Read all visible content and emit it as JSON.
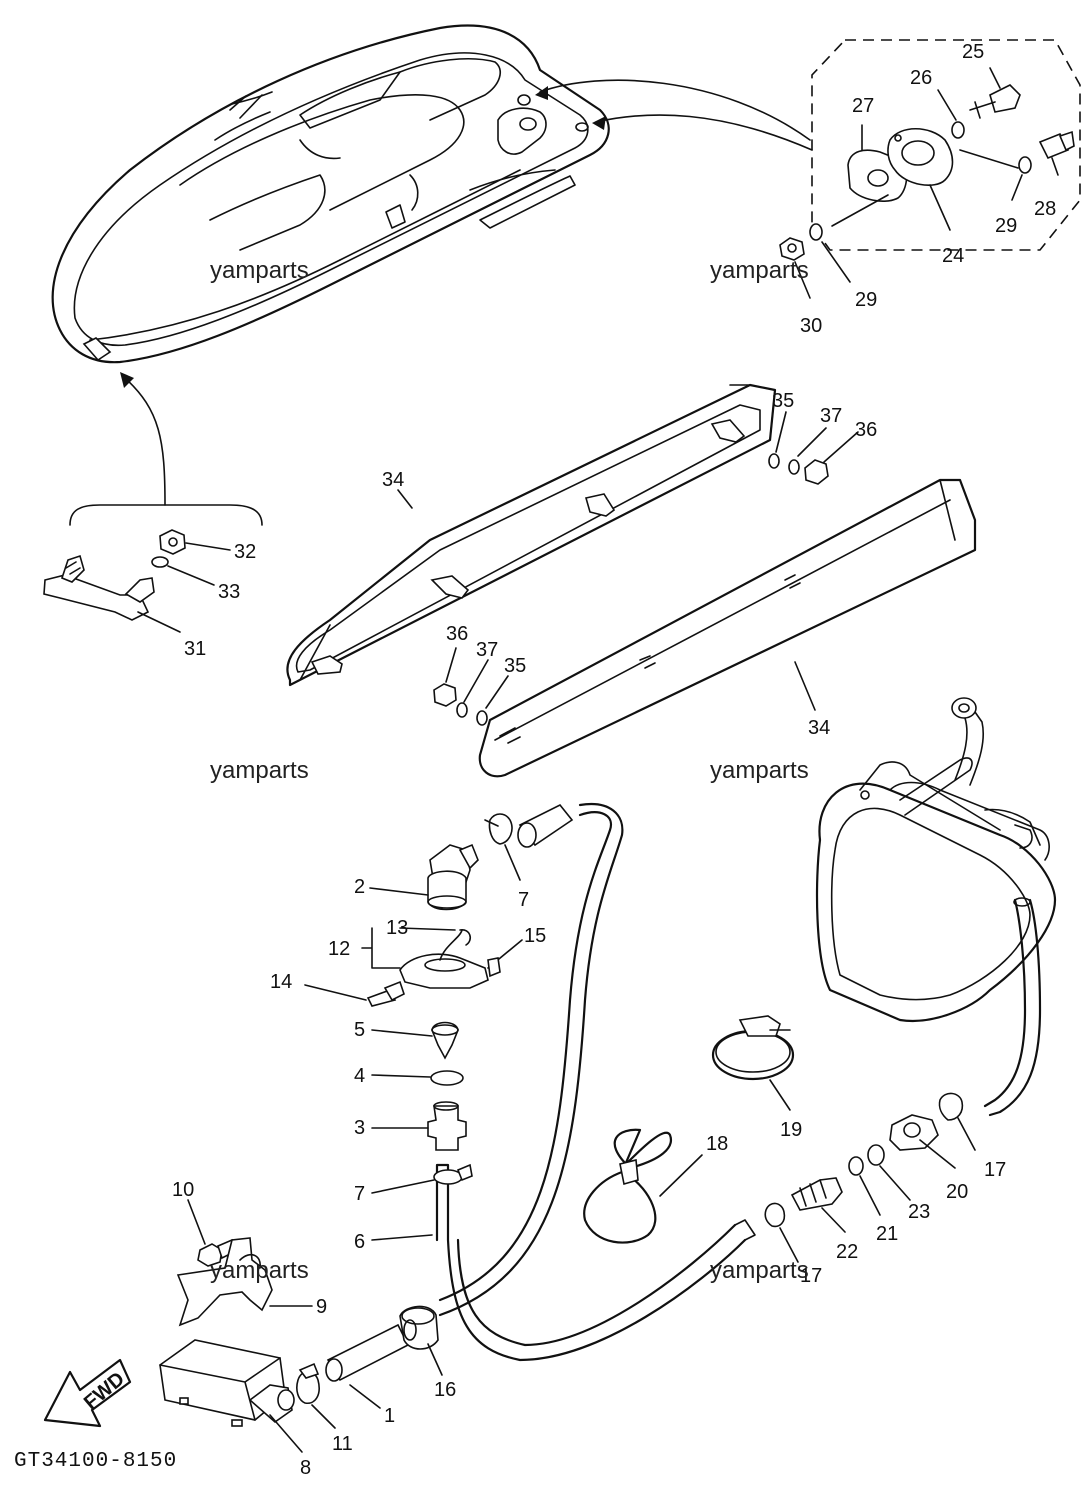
{
  "drawing_code": "GT34100-8150",
  "watermarks": [
    "yamparts",
    "yamparts",
    "yamparts",
    "yamparts",
    "yamparts",
    "yamparts"
  ],
  "fwd_label": "FWD",
  "callouts": {
    "c1": "1",
    "c2": "2",
    "c3": "3",
    "c4": "4",
    "c5": "5",
    "c6": "6",
    "c7a": "7",
    "c7b": "7",
    "c8": "8",
    "c9": "9",
    "c10": "10",
    "c11": "11",
    "c12": "12",
    "c13": "13",
    "c14": "14",
    "c15": "15",
    "c16": "16",
    "c17a": "17",
    "c17b": "17",
    "c18": "18",
    "c19": "19",
    "c20": "20",
    "c21": "21",
    "c22": "22",
    "c23": "23",
    "c24": "24",
    "c25": "25",
    "c26": "26",
    "c27": "27",
    "c28": "28",
    "c29a": "29",
    "c29b": "29",
    "c30": "30",
    "c31": "31",
    "c32": "32",
    "c33": "33",
    "c34a": "34",
    "c34b": "34",
    "c35a": "35",
    "c35b": "35",
    "c36a": "36",
    "c36b": "36",
    "c37a": "37",
    "c37b": "37"
  }
}
